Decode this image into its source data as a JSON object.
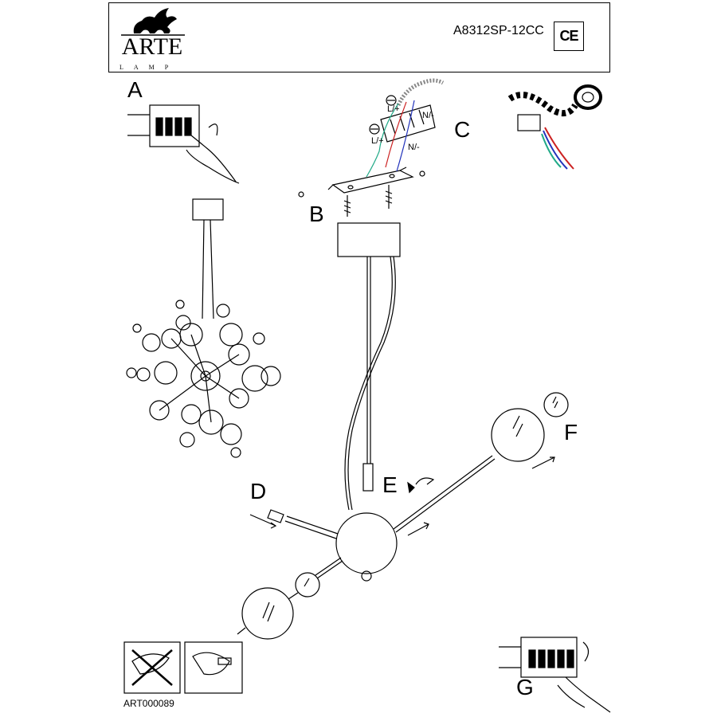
{
  "header": {
    "brand_name": "ARTE",
    "brand_sub": "LAMP",
    "model": "A8312SP-12CC",
    "certification": "CE"
  },
  "steps": {
    "a": "A",
    "b": "B",
    "c": "C",
    "d": "D",
    "e": "E",
    "f": "F",
    "g": "G"
  },
  "wiring_labels": {
    "live_top": "L/+",
    "neutral_top": "N/-",
    "live_bottom": "L/+",
    "neutral_bottom": "N/-"
  },
  "footer": {
    "article": "ART000089"
  }
}
